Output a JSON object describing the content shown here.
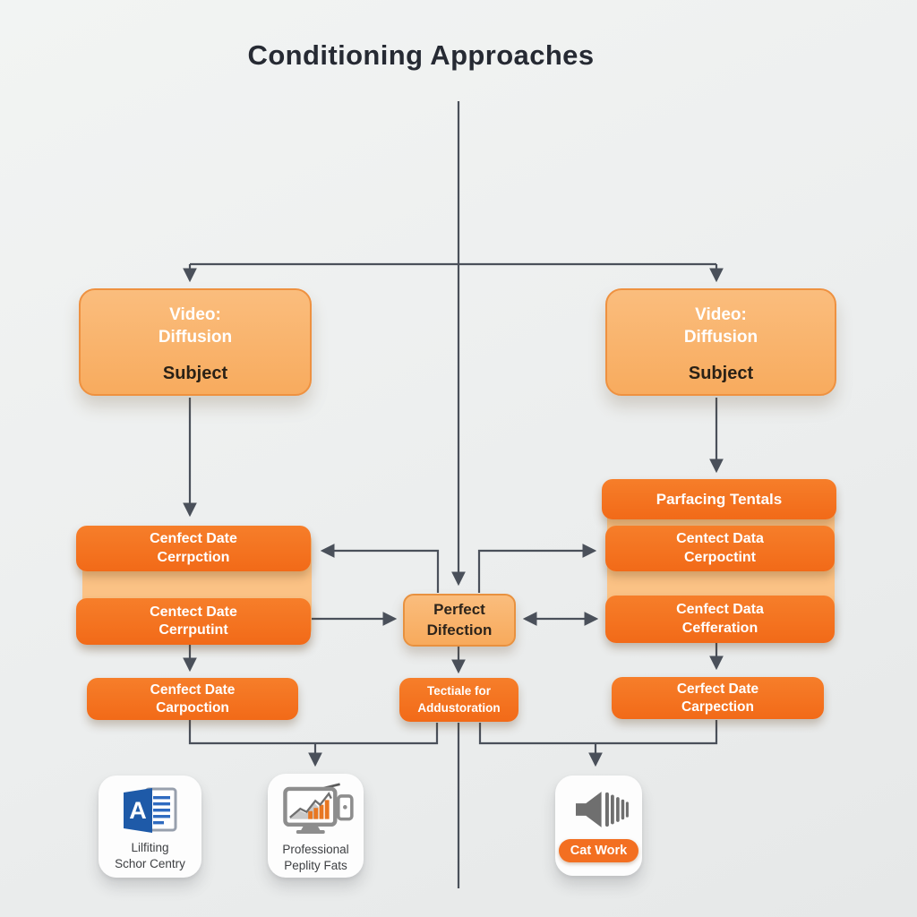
{
  "title": "Conditioning Approaches",
  "colors": {
    "orange": "#F4701F",
    "light_orange": "#F9B269",
    "panel_orange": "#FBC285",
    "connector": "#4A505A",
    "title_text": "#262A33",
    "word_blue": "#1E5AA8",
    "chart_orange": "#E87722"
  },
  "left_branch": {
    "top_box": {
      "line1": "Video:",
      "line2": "Diffusion",
      "sub": "Subject"
    },
    "stack": [
      {
        "line1": "Cenfect Date",
        "line2": "Cerrpction"
      },
      {
        "line1": "Centect Date",
        "line2": "Cerrputint"
      }
    ],
    "bottom_box": {
      "line1": "Cenfect Date",
      "line2": "Carpoction"
    }
  },
  "right_branch": {
    "top_box": {
      "line1": "Video:",
      "line2": "Diffusion",
      "sub": "Subject"
    },
    "stack_header": "Parfacing Tentals",
    "stack": [
      {
        "line1": "Centect Data",
        "line2": "Cerpoctint"
      },
      {
        "line1": "Cenfect Data",
        "line2": "Cefferation"
      }
    ],
    "bottom_box": {
      "line1": "Cerfect Date",
      "line2": "Carpection"
    }
  },
  "center": {
    "hub_box": {
      "line1": "Perfect",
      "line2": "Difection"
    },
    "output_box": {
      "line1": "Tectiale for",
      "line2": "Addustoration"
    }
  },
  "icon_cards": [
    {
      "icon": "word-document-icon",
      "letter": "A",
      "label_line1": "Lilfiting",
      "label_line2": "Schor Centry"
    },
    {
      "icon": "analytics-monitor-icon",
      "label_line1": "Professional",
      "label_line2": "Peplity Fats"
    },
    {
      "icon": "audio-speaker-icon",
      "button_label": "Cat Work"
    }
  ]
}
